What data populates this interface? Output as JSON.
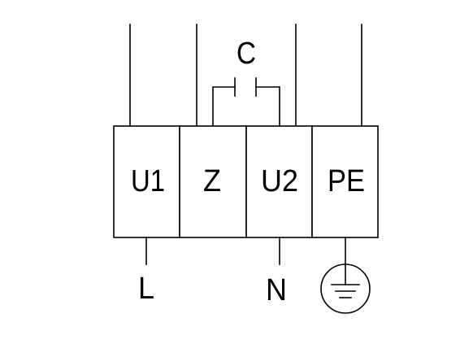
{
  "terminals": [
    {
      "label": "U1"
    },
    {
      "label": "Z"
    },
    {
      "label": "U2"
    },
    {
      "label": "PE"
    }
  ],
  "capacitor": {
    "label": "C"
  },
  "connections": {
    "line_label": "L",
    "neutral_label": "N",
    "earth_symbol": "ground-icon"
  },
  "colors": {
    "stroke": "#000000",
    "background": "#ffffff"
  }
}
